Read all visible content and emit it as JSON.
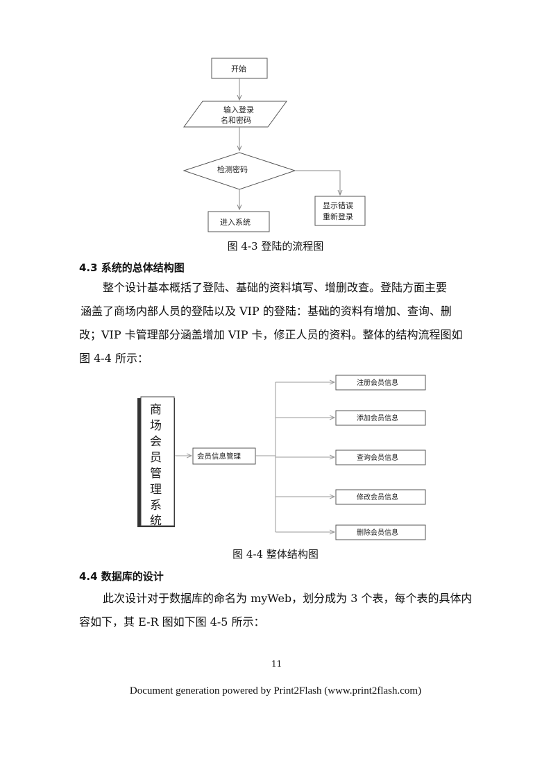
{
  "figure_4_3": {
    "nodes": {
      "start": "开始",
      "input_line1": "输入登录",
      "input_line2": "名和密码",
      "check": "检测密码",
      "enter": "进入系统",
      "error_line1": "显示错误",
      "error_line2": "重新登录"
    },
    "caption": "图 4-3  登陆的流程图"
  },
  "section_4_3": {
    "heading": "4.3  系统的总体结构图",
    "lines": [
      "整个设计基本概括了登陆、基础的资料填写、增删改查。登陆方面主要",
      "涵盖了商场内部人员的登陆以及 VIP 的登陆：基础的资料有增加、查询、删",
      "改；VIP 卡管理部分涵盖增加 VIP 卡，修正人员的资料。整体的结构流程图如",
      "图 4-4 所示："
    ]
  },
  "figure_4_4": {
    "system_chars": [
      "商",
      "场",
      "会",
      "员",
      "管",
      "理",
      "系",
      "统"
    ],
    "middle": "会员信息管理",
    "leaves": [
      "注册会员信息",
      "添加会员信息",
      "查询会员信息",
      "修改会员信息",
      "删除会员信息"
    ],
    "caption": "图 4-4  整体结构图"
  },
  "section_4_4": {
    "heading": "4.4  数据库的设计",
    "lines": [
      "此次设计对于数据库的命名为 myWeb，划分成为 3 个表，每个表的具体内",
      "容如下，其 E-R 图如下图 4-5 所示："
    ]
  },
  "page_number": "11",
  "footer": "Document generation powered by Print2Flash (www.print2flash.com)"
}
